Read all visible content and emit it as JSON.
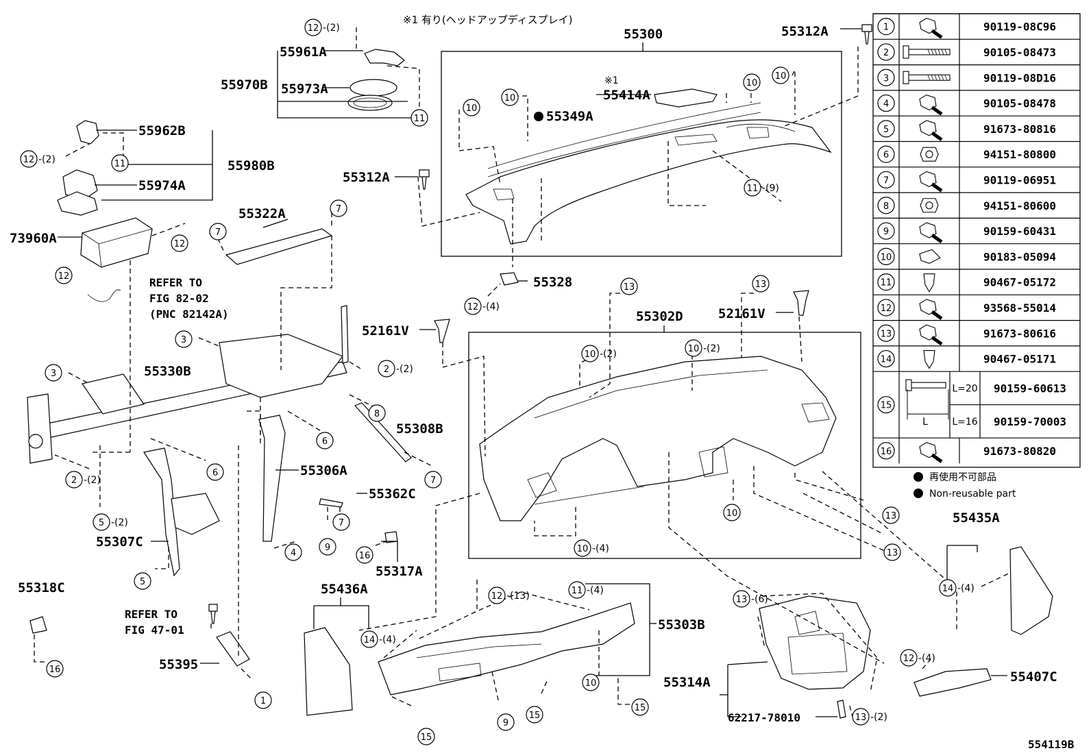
{
  "header": {
    "option_note": "※1 有り(ヘッドアップディスプレイ)",
    "option_mark": "※1"
  },
  "part_labels": [
    "55300",
    "55312A",
    "55414A",
    "55349A",
    "55961A",
    "55970B",
    "55973A",
    "55962B",
    "55980B",
    "55974A",
    "73960A",
    "55322A",
    "55328",
    "52161V",
    "55302D",
    "52161V",
    "55330B",
    "55308B",
    "55306A",
    "55362C",
    "55307C",
    "55317A",
    "55318C",
    "55395",
    "55436A",
    "55303B",
    "55314A",
    "55435A",
    "55407C",
    "62217-78010",
    "55312A"
  ],
  "references": [
    {
      "line1": "REFER TO",
      "line2": "FIG 82-02",
      "line3": "(PNC 82142A)"
    },
    {
      "line1": "REFER TO",
      "line2": "FIG 47-01"
    }
  ],
  "callouts": [
    {
      "n": "12",
      "qty": "-(2)"
    },
    {
      "n": "11",
      "qty": ""
    },
    {
      "n": "12",
      "qty": "-(2)"
    },
    {
      "n": "11",
      "qty": ""
    },
    {
      "n": "12",
      "qty": ""
    },
    {
      "n": "12",
      "qty": ""
    },
    {
      "n": "10",
      "qty": ""
    },
    {
      "n": "10",
      "qty": ""
    },
    {
      "n": "10",
      "qty": ""
    },
    {
      "n": "10",
      "qty": ""
    },
    {
      "n": "11",
      "qty": "-(9)"
    },
    {
      "n": "7",
      "qty": ""
    },
    {
      "n": "7",
      "qty": ""
    },
    {
      "n": "12",
      "qty": "-(4)"
    },
    {
      "n": "13",
      "qty": ""
    },
    {
      "n": "13",
      "qty": ""
    },
    {
      "n": "10",
      "qty": "-(2)"
    },
    {
      "n": "10",
      "qty": "-(2)"
    },
    {
      "n": "3",
      "qty": ""
    },
    {
      "n": "3",
      "qty": ""
    },
    {
      "n": "2",
      "qty": "-(2)"
    },
    {
      "n": "8",
      "qty": ""
    },
    {
      "n": "6",
      "qty": ""
    },
    {
      "n": "6",
      "qty": ""
    },
    {
      "n": "2",
      "qty": "-(2)"
    },
    {
      "n": "5",
      "qty": "-(2)"
    },
    {
      "n": "7",
      "qty": ""
    },
    {
      "n": "9",
      "qty": ""
    },
    {
      "n": "7",
      "qty": ""
    },
    {
      "n": "4",
      "qty": ""
    },
    {
      "n": "5",
      "qty": ""
    },
    {
      "n": "16",
      "qty": ""
    },
    {
      "n": "10",
      "qty": ""
    },
    {
      "n": "13",
      "qty": ""
    },
    {
      "n": "13",
      "qty": ""
    },
    {
      "n": "10",
      "qty": "-(4)"
    },
    {
      "n": "16",
      "qty": ""
    },
    {
      "n": "1",
      "qty": ""
    },
    {
      "n": "14",
      "qty": "-(4)"
    },
    {
      "n": "12",
      "qty": "-(13)"
    },
    {
      "n": "11",
      "qty": "-(4)"
    },
    {
      "n": "10",
      "qty": ""
    },
    {
      "n": "9",
      "qty": ""
    },
    {
      "n": "15",
      "qty": ""
    },
    {
      "n": "15",
      "qty": ""
    },
    {
      "n": "15",
      "qty": ""
    },
    {
      "n": "13",
      "qty": "-(6)"
    },
    {
      "n": "13",
      "qty": "-(2)"
    },
    {
      "n": "14",
      "qty": "-(4)"
    },
    {
      "n": "12",
      "qty": "-(4)"
    }
  ],
  "legend": [
    {
      "n": "1",
      "pn": "90119-08C96",
      "icon": "flange-bolt-icon"
    },
    {
      "n": "2",
      "pn": "90105-08473",
      "icon": "long-bolt-icon"
    },
    {
      "n": "3",
      "pn": "90119-08D16",
      "icon": "long-bolt-icon"
    },
    {
      "n": "4",
      "pn": "90105-08478",
      "icon": "flange-bolt-icon"
    },
    {
      "n": "5",
      "pn": "91673-80816",
      "icon": "flange-bolt-icon"
    },
    {
      "n": "6",
      "pn": "94151-80800",
      "icon": "nut-icon"
    },
    {
      "n": "7",
      "pn": "90119-06951",
      "icon": "flange-bolt-icon"
    },
    {
      "n": "8",
      "pn": "94151-80600",
      "icon": "nut-icon"
    },
    {
      "n": "9",
      "pn": "90159-60431",
      "icon": "flange-bolt-icon"
    },
    {
      "n": "10",
      "pn": "90183-05094",
      "icon": "clip-nut-icon"
    },
    {
      "n": "11",
      "pn": "90467-05172",
      "icon": "push-clip-icon"
    },
    {
      "n": "12",
      "pn": "93568-55014",
      "icon": "flange-bolt-icon"
    },
    {
      "n": "13",
      "pn": "91673-80616",
      "icon": "flange-bolt-icon"
    },
    {
      "n": "14",
      "pn": "90467-05171",
      "icon": "push-clip-icon"
    },
    {
      "n": "15",
      "pn_a": "90159-60613",
      "len_a": "L=20",
      "pn_b": "90159-70003",
      "len_b": "L=16",
      "dim": "L",
      "icon": "screw-icon"
    },
    {
      "n": "16",
      "pn": "91673-80820",
      "icon": "flange-bolt-icon"
    }
  ],
  "legend_notes": {
    "jp": "再使用不可部品",
    "en": "Non-reusable part"
  },
  "figure_id": "554119B"
}
